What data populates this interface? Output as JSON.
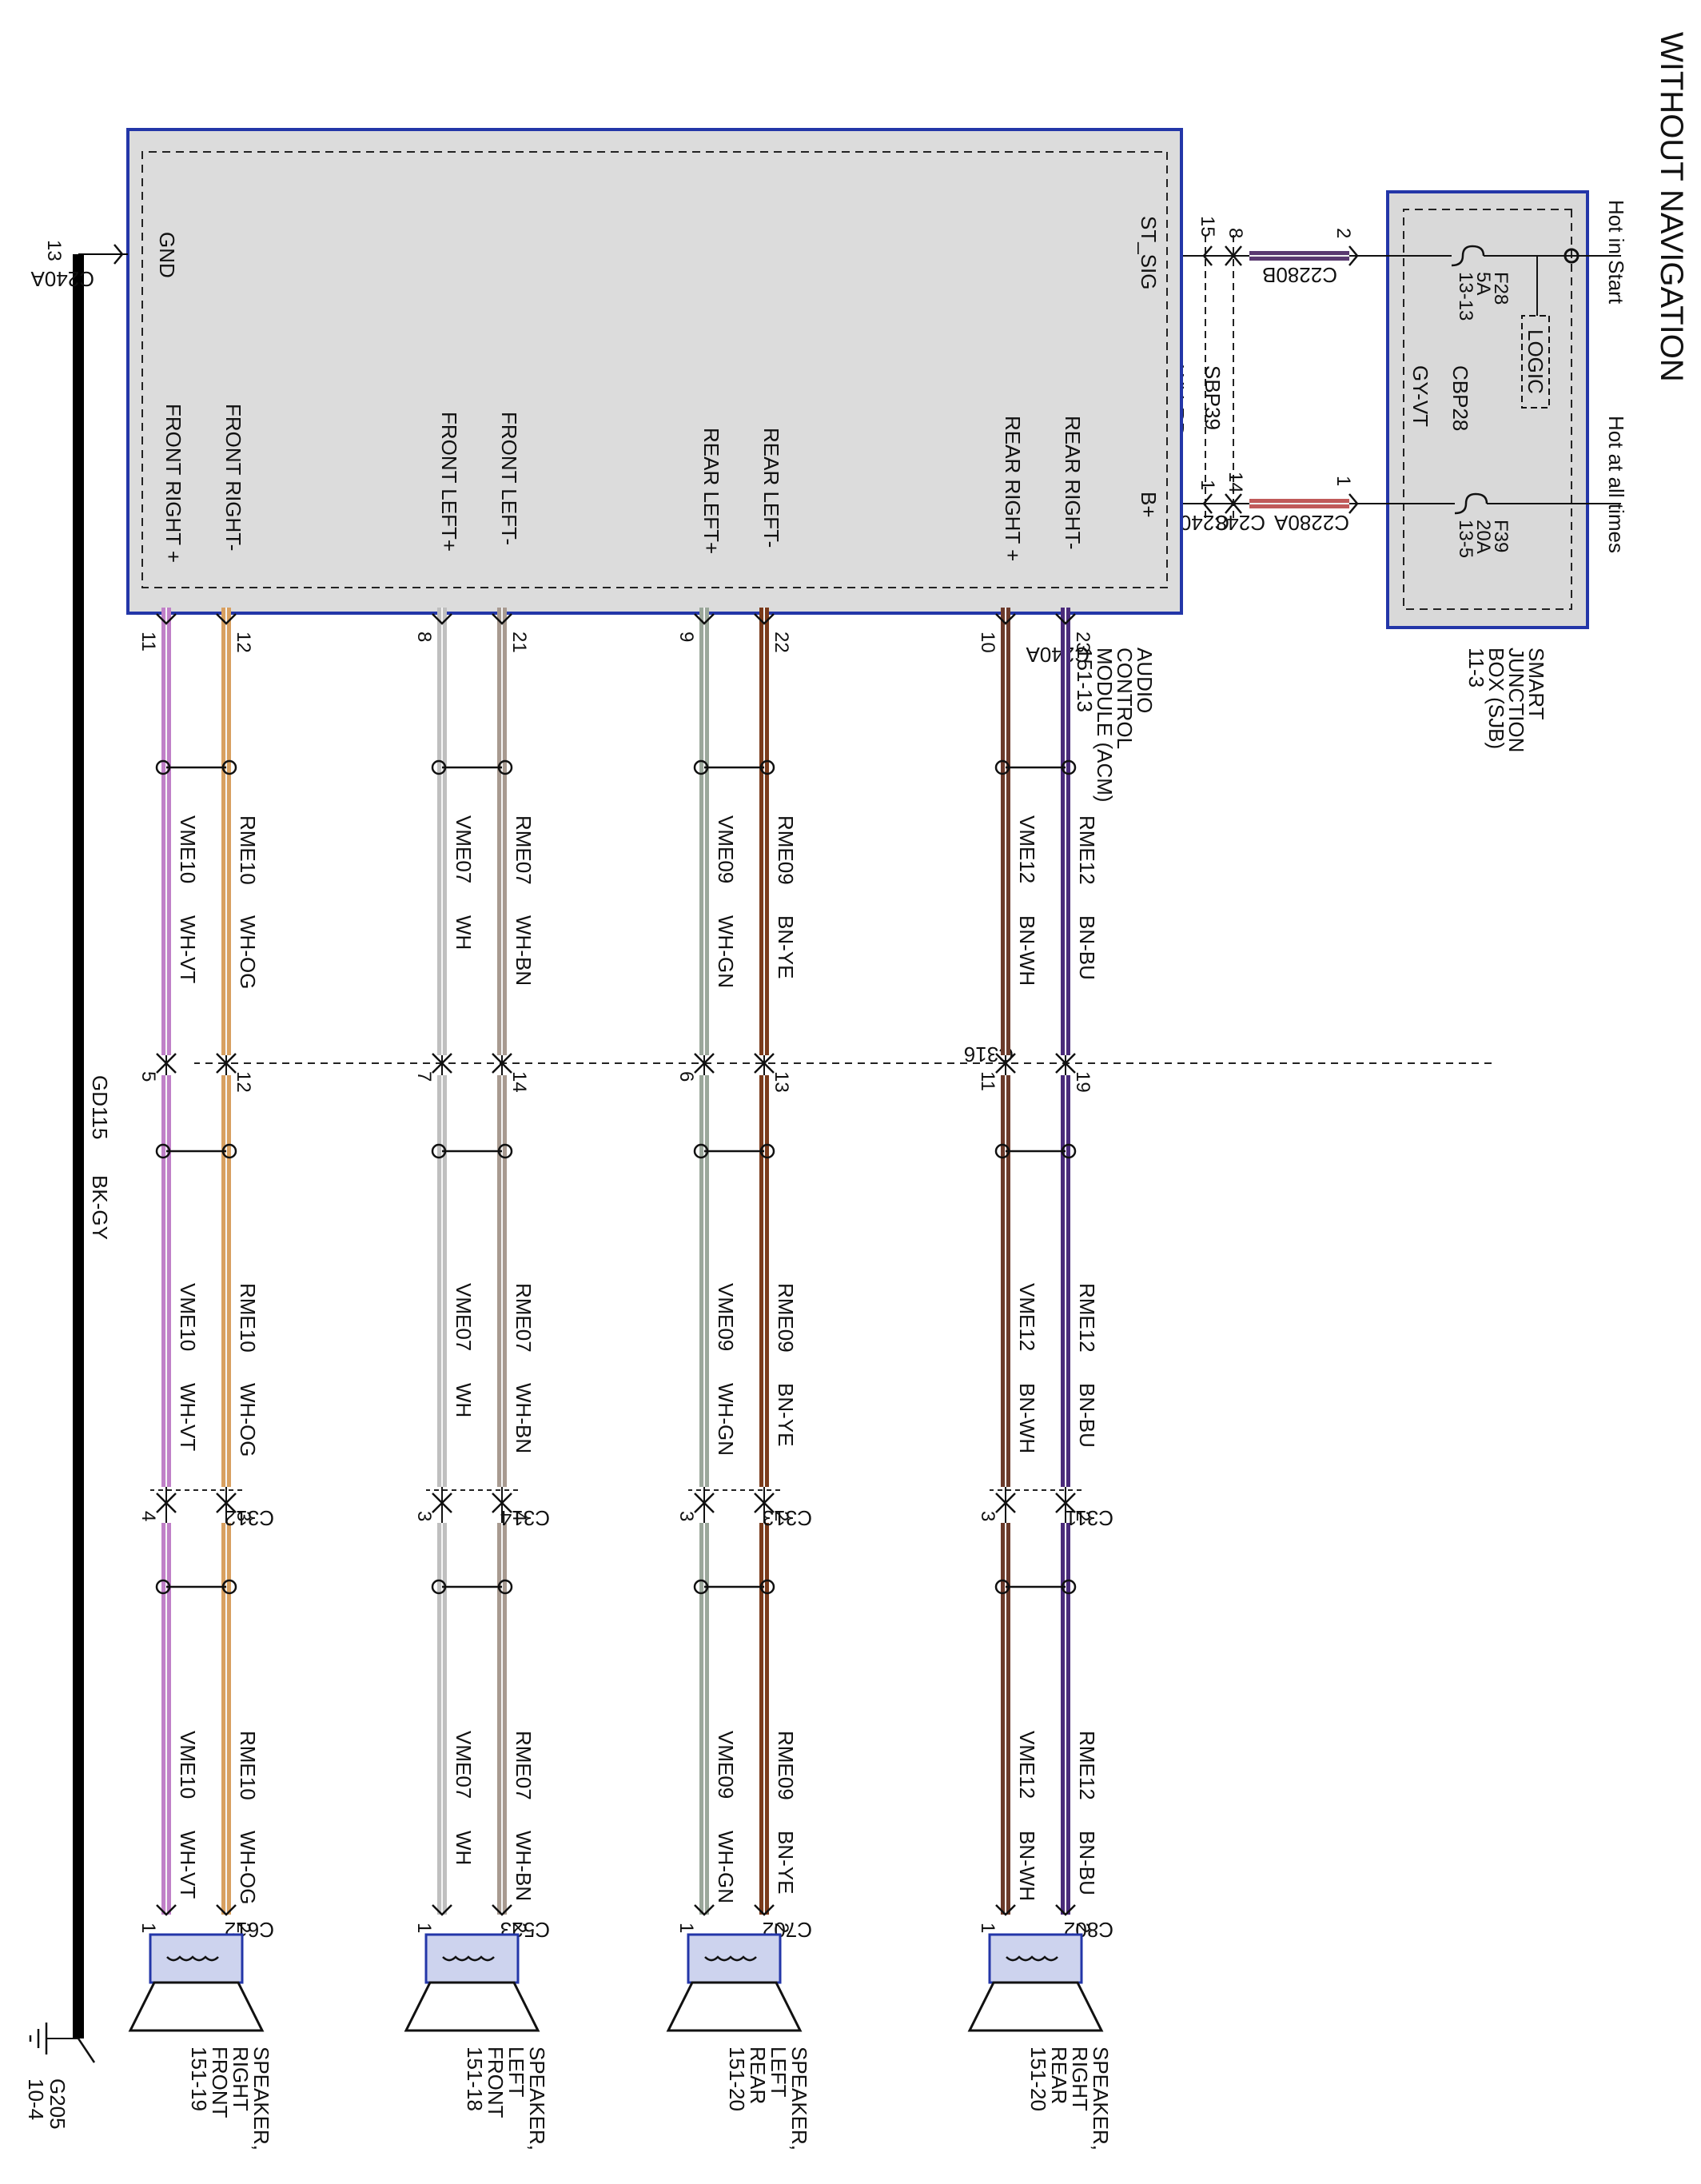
{
  "title": "WITHOUT NAVIGATION",
  "colors": {
    "module_border": "#2336a8",
    "module_fill": "#dcdcdc",
    "ground_wire": "#000000",
    "wires": {
      "BN-BU": "#4a2a7a",
      "BN-WH": "#6b3a2a",
      "BN-YE": "#7a3a1a",
      "WH-GN": "#9aa79a",
      "WH-BN": "#a89a90",
      "WH": "#bfbfbf",
      "WH-OG": "#d8a060",
      "WH-VT": "#c080c8",
      "GY-VT": "#5a3a70",
      "WH-RD": "#c05a5a"
    }
  },
  "sjb": {
    "name": [
      "SMART",
      "JUNCTION",
      "BOX (SJB)",
      "11-3"
    ],
    "hot_start": "Hot in Start",
    "hot_always": "Hot at all times",
    "logic": "LOGIC",
    "fuse1": [
      "F28",
      "5A",
      "13-13"
    ],
    "fuse2": [
      "F39",
      "20A",
      "13-5"
    ]
  },
  "feeds": {
    "top": {
      "circuit": "CBP28",
      "color": "GY-VT",
      "sjb_conn": "C2280B",
      "sjb_pin": "2",
      "c248_pin": "8",
      "acm_pin": "15"
    },
    "bottom": {
      "circuit": "SBP39",
      "color": "WH-RD",
      "sjb_conn": "C2280A",
      "sjb_pin": "1",
      "c248_pin": "14",
      "acm_pin": "1",
      "c248": "C248",
      "c240a": "C240A"
    }
  },
  "acm": {
    "name": [
      "AUDIO",
      "CONTROL",
      "MODULE (ACM)",
      "151-13"
    ],
    "st_sig": "ST_SIG",
    "bplus": "B+",
    "gnd": "GND",
    "gnd_pin": "13",
    "gnd_conn": "C240A",
    "conn": "C240A",
    "terms": [
      "REAR RIGHT-",
      "REAR RIGHT +",
      "REAR LEFT-",
      "REAR LEFT+",
      "FRONT LEFT-",
      "FRONT LEFT+",
      "FRONT RIGHT-",
      "FRONT RIGHT +"
    ]
  },
  "ground": {
    "circuit": "GD115",
    "color": "BK-GY",
    "label": "G205",
    "ref": "10-4"
  },
  "c316": "C316",
  "speakers": [
    {
      "name": [
        "SPEAKER,",
        "RIGHT",
        "REAR",
        "151-20"
      ],
      "c_inline": "C311",
      "c_spk": "C802",
      "pos": {
        "circuit": "RME12",
        "color": "BN-BU",
        "acm_pin": "23",
        "c316_pin": "19",
        "inline_pin": "2",
        "spk_pin": "2"
      },
      "neg": {
        "circuit": "VME12",
        "color": "BN-WH",
        "acm_pin": "10",
        "c316_pin": "11",
        "inline_pin": "3",
        "spk_pin": "1"
      }
    },
    {
      "name": [
        "SPEAKER,",
        "LEFT",
        "REAR",
        "151-20"
      ],
      "c_inline": "C313",
      "c_spk": "C702",
      "pos": {
        "circuit": "RME09",
        "color": "BN-YE",
        "acm_pin": "22",
        "c316_pin": "13",
        "inline_pin": "2",
        "spk_pin": "2"
      },
      "neg": {
        "circuit": "VME09",
        "color": "WH-GN",
        "acm_pin": "9",
        "c316_pin": "6",
        "inline_pin": "3",
        "spk_pin": "1"
      }
    },
    {
      "name": [
        "SPEAKER,",
        "LEFT",
        "FRONT",
        "151-18"
      ],
      "c_inline": "C314",
      "c_spk": "C523",
      "pos": {
        "circuit": "RME07",
        "color": "WH-BN",
        "acm_pin": "21",
        "c316_pin": "14",
        "inline_pin": "4",
        "spk_pin": "2"
      },
      "neg": {
        "circuit": "VME07",
        "color": "WH",
        "acm_pin": "8",
        "c316_pin": "7",
        "inline_pin": "3",
        "spk_pin": "1"
      }
    },
    {
      "name": [
        "SPEAKER,",
        "RIGHT",
        "FRONT",
        "151-19"
      ],
      "c_inline": "C312",
      "c_spk": "C612",
      "pos": {
        "circuit": "RME10",
        "color": "WH-OG",
        "acm_pin": "12",
        "c316_pin": "12",
        "inline_pin": "3",
        "spk_pin": "2"
      },
      "neg": {
        "circuit": "VME10",
        "color": "WH-VT",
        "acm_pin": "11",
        "c316_pin": "5",
        "inline_pin": "4",
        "spk_pin": "1"
      }
    }
  ]
}
